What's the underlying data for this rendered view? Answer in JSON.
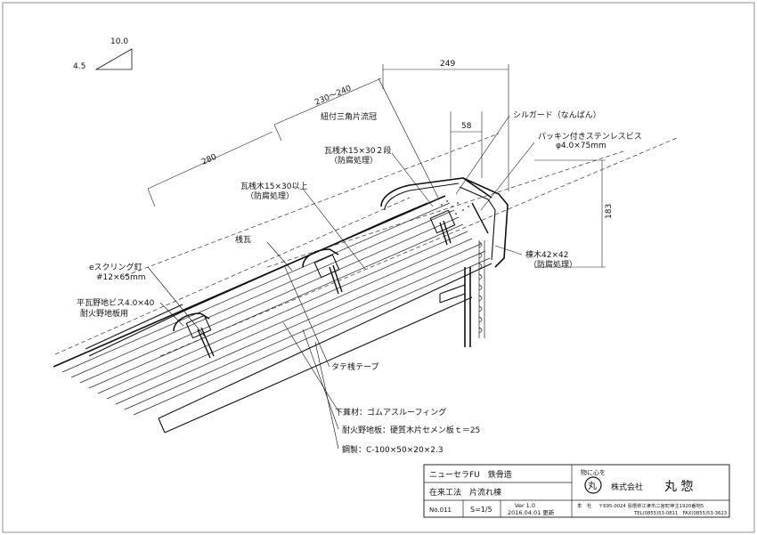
{
  "slope": {
    "run": "10.0",
    "rise": "4.5"
  },
  "dims": {
    "top_width": "249",
    "slope_span": "230～240",
    "tile_span": "280",
    "gap": "58",
    "height": "183"
  },
  "labels": {
    "cap": "紐付三角片流冠",
    "sill_guard": "シルガード（なんばん）",
    "screw": "パッキン付きステンレスビス",
    "screw_size": "φ4.0×75mm",
    "batten_2": "瓦桟木15×30２段",
    "batten_2_note": "（防腐処理）",
    "batten": "瓦桟木15×30以上",
    "batten_note": "（防腐処理）",
    "ridge_tile": "桟瓦",
    "nail": "eスクリング釘",
    "nail_size": "#12×65mm",
    "flat_screw": "平瓦野地ビス4.0×40",
    "flat_screw_note": "耐火野地板用",
    "post": "棟木42×42",
    "post_note": "（防腐処理）",
    "tape": "タテ桟テープ",
    "underlay": "下葺材：ゴムアスルーフィング",
    "sheathing": "耐火野地板：硬質木片セメン板ｔ＝25",
    "steel": "鋼製：C-100×50×20×2.3"
  },
  "title_block": {
    "product": "ニューセラFU　鉄骨造",
    "method": "在来工法　片流れ棟",
    "number": "No.011",
    "scale": "S=1/5",
    "version": "Ver 1.0",
    "date": "2016.04.01 更新",
    "seal_caption": "物に心を",
    "seal_text": "丸",
    "company": "株式会社",
    "company_name": "丸 惣",
    "address_label": "本　社",
    "address": "〒695-0024 島根県江津市二宮町神主1920番地5",
    "tel": "TEL(0855)53-0811　FAX(0855)53-3623"
  }
}
